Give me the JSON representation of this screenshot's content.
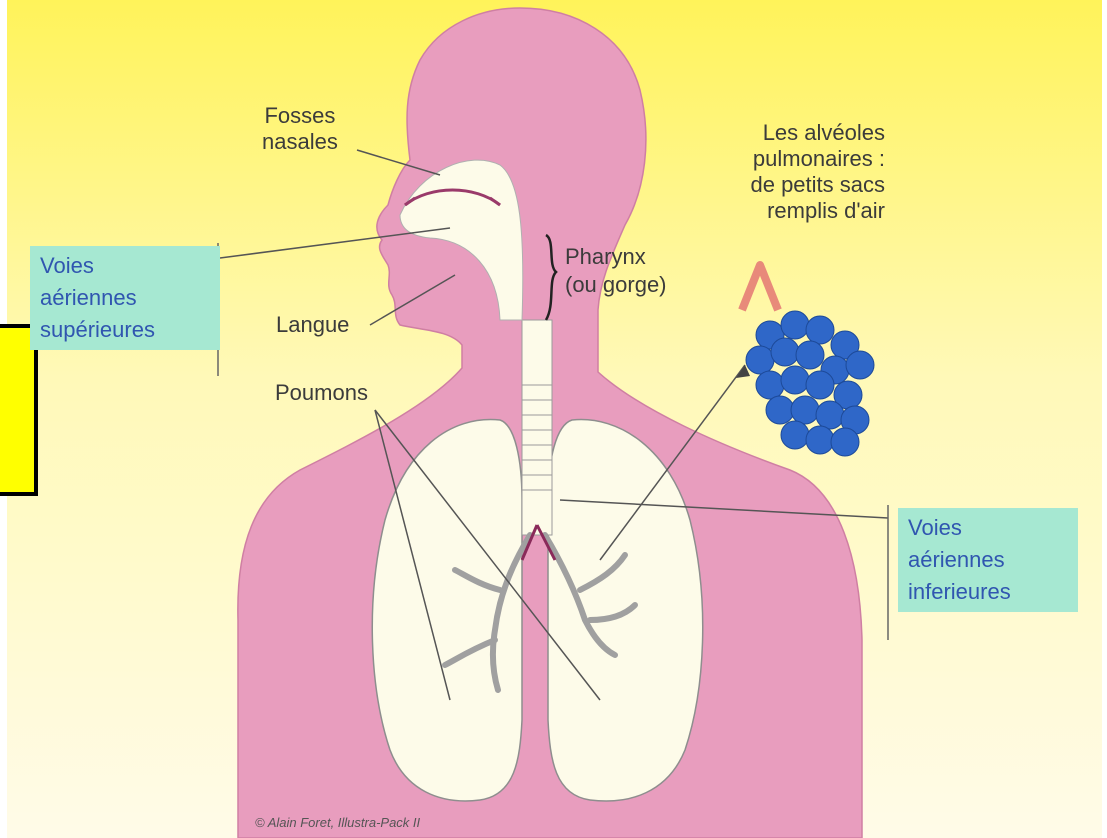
{
  "labels": {
    "fosses_nasales": "Fosses\nnasales",
    "pharynx": "Pharynx\n(ou gorge)",
    "langue": "Langue",
    "poumons": "Poumons",
    "alveoles": "Les alvéoles\npulmonaires :\nde petits sacs\nremplis d'air"
  },
  "boxes": {
    "upper": "Voies\naériennes\nsupérieures",
    "lower": "Voies\naériennes\ninferieures"
  },
  "credit": "© Alain Foret, Illustra-Pack II",
  "colors": {
    "body": "#e89dbe",
    "lung": "#fdfbe9",
    "alveoli": "#2f67c8",
    "box": "#a6e8d2",
    "box_text": "#3056b0",
    "highlight_box": "#ffff00",
    "background_top": "#fff45a",
    "background_bottom": "#fffbe6"
  }
}
